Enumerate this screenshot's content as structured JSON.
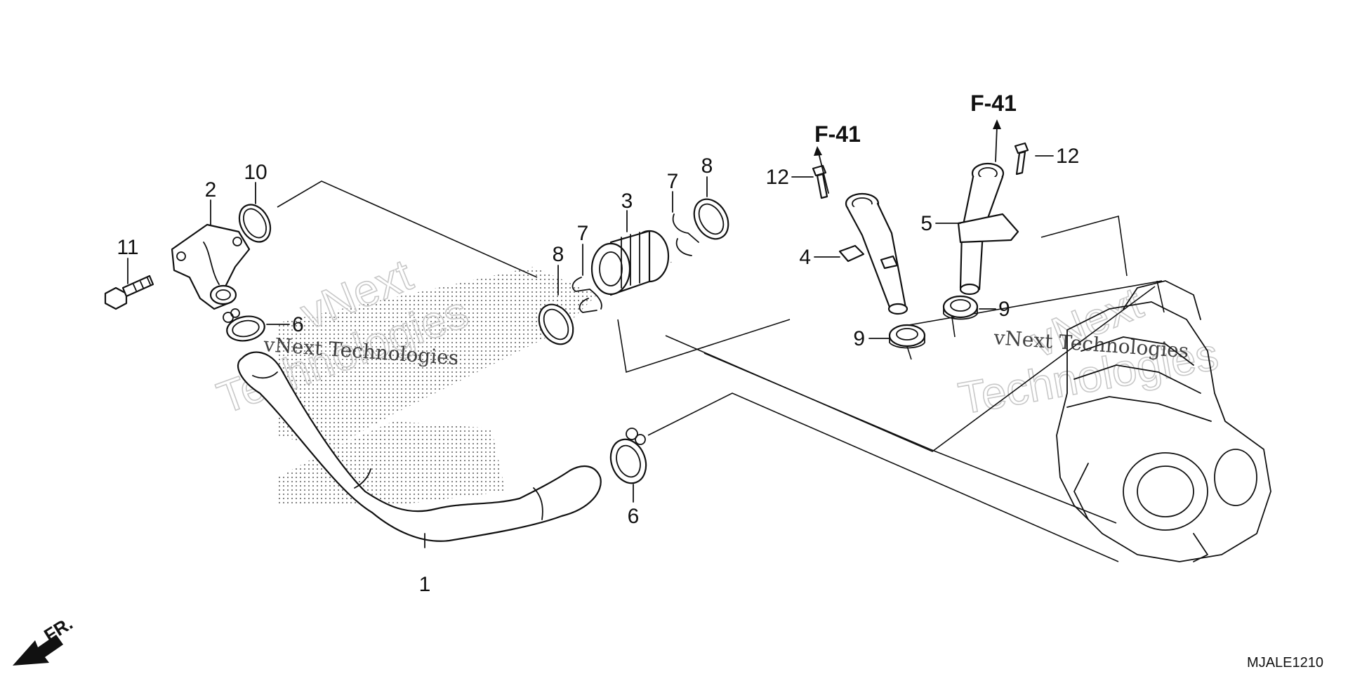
{
  "diagram": {
    "callouts": {
      "c1": "1",
      "c2": "2",
      "c3": "3",
      "c4": "4",
      "c5": "5",
      "c6a": "6",
      "c6b": "6",
      "c7a": "7",
      "c7b": "7",
      "c8a": "8",
      "c8b": "8",
      "c9a": "9",
      "c9b": "9",
      "c10": "10",
      "c11": "11",
      "c12a": "12",
      "c12b": "12"
    },
    "references": {
      "left": "F-41",
      "right": "F-41"
    },
    "direction_label": "FR.",
    "diagram_code": "MJALE1210",
    "watermarks": {
      "solid": "vNext Technologies",
      "outline_word1": "vNext",
      "outline_word2": "Technologies"
    }
  }
}
